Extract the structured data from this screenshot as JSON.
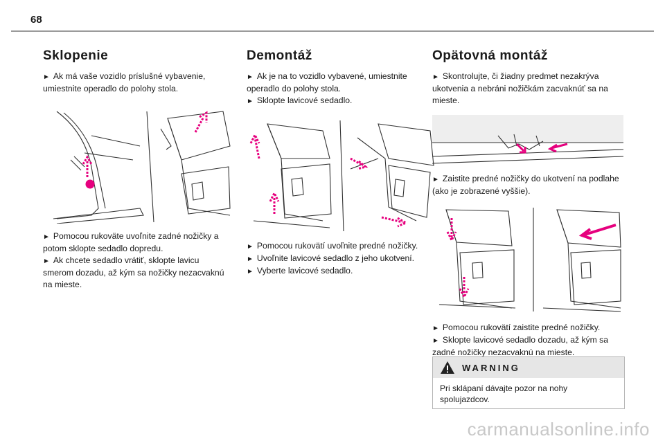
{
  "page": {
    "number": "68",
    "watermark": "carmanualsonline.info"
  },
  "sections": {
    "sklopenie": {
      "title": "Sklopenie",
      "intro": "Ak má vaše vozidlo príslušné vybavenie, umiestnite operadlo do polohy stola.",
      "steps": [
        "Pomocou rukoväte uvoľnite zadné nožičky a potom sklopte sedadlo dopredu.",
        "Ak chcete sedadlo vrátiť, sklopte lavicu smerom dozadu, až kým sa nožičky nezacvaknú na mieste."
      ]
    },
    "demontaz": {
      "title": "Demontáž",
      "intro": [
        "Ak je na to vozidlo vybavené, umiestnite operadlo do polohy stola.",
        "Sklopte lavicové sedadlo."
      ],
      "steps": [
        "Pomocou rukovätí uvoľnite predné nožičky.",
        "Uvoľnite lavicové sedadlo z jeho ukotvení.",
        "Vyberte lavicové sedadlo."
      ]
    },
    "opatovna": {
      "title": "Opätovná montáž",
      "intro": "Skontrolujte, či žiadny predmet nezakrýva ukotvenia a nebráni nožičkám zacvaknúť sa na mieste.",
      "middle": "Zaistite predné nožičky do ukotvení na podlahe (ako je zobrazené vyššie).",
      "steps": [
        "Pomocou rukovätí zaistite predné nožičky.",
        "Sklopte lavicové sedadlo dozadu, až kým sa zadné nožičky nezacvaknú na mieste."
      ]
    }
  },
  "warning": {
    "title": "WARNING",
    "text": "Pri sklápaní dávajte pozor na nohy spolujazdcov."
  },
  "icons": {
    "bullet": "triangle-right-icon",
    "warning": "warning-triangle-icon"
  },
  "colors": {
    "accent": "#e6007e",
    "rule": "#9a9a9a",
    "line": "#333333"
  }
}
